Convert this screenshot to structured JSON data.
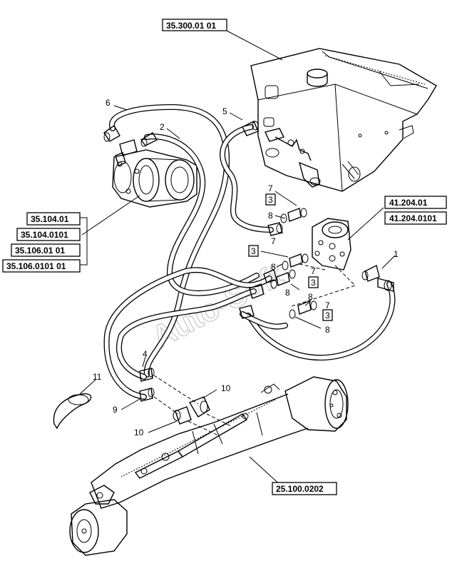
{
  "diagram": {
    "reference_boxes": {
      "tank_ref": "35.300.01 01",
      "valve_ref_1": "41.204.01",
      "valve_ref_2": "41.204.0101",
      "pump_ref_1": "35.104.01",
      "pump_ref_2": "35.104.0101",
      "pump_ref_3": "35.106.01 01",
      "pump_ref_4": "35.106.0101 01",
      "axle_ref": "25.100.0202"
    },
    "callouts": {
      "hose_6": "6",
      "hose_2": "2",
      "hose_5": "5",
      "fitting_7_a": "7",
      "seal_8_a": "8",
      "fitting_3_a": "3",
      "fitting_7_b": "7",
      "fitting_3_b": "3",
      "seal_8_b": "8",
      "fitting_7_c": "7",
      "fitting_3_c": "3",
      "seal_8_c": "8",
      "seal_8_d": "8",
      "fitting_7_d": "7",
      "fitting_3_d": "3",
      "seal_8_e": "8",
      "hose_1": "1",
      "hose_4": "4",
      "clamp_11": "11",
      "hose_9": "9",
      "elbow_10_a": "10",
      "elbow_10_b": "10"
    },
    "watermark": "Auto-Soft"
  }
}
